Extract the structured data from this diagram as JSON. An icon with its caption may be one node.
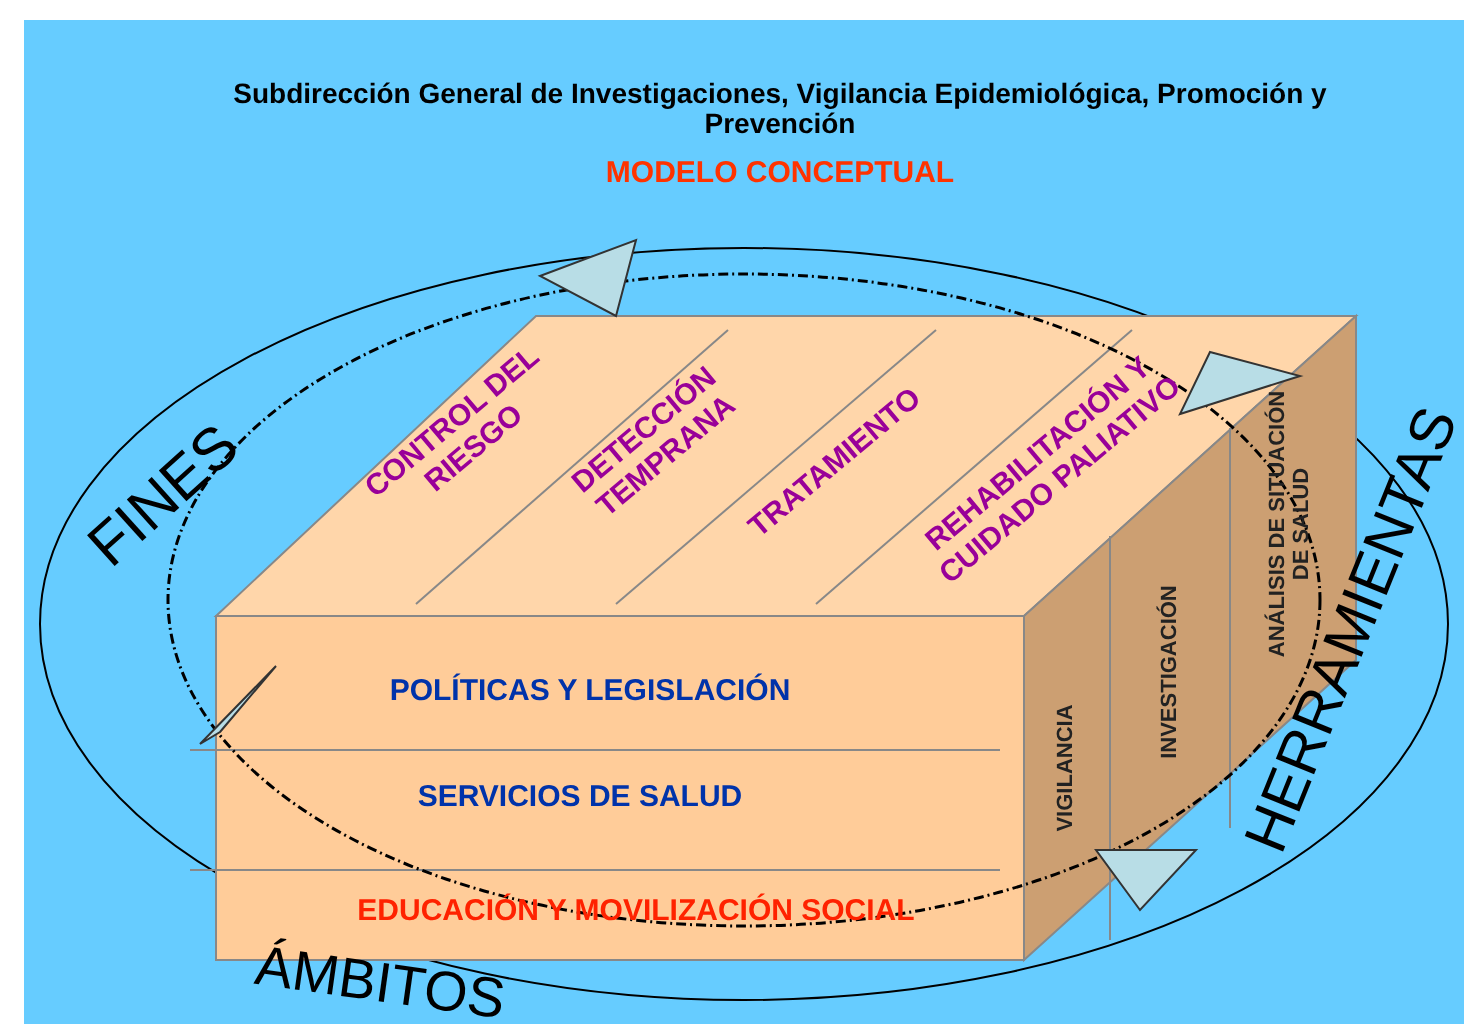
{
  "diagram": {
    "title": "Subdirección General de Investigaciones, Vigilancia Epidemiológica, Promoción y Prevención",
    "labels": [
      "MODELO CONCEPTUAL",
      "FINES",
      "CONTROL DEL RIESGO",
      "DETECCIÓN TEMPRANA",
      "TRATAMIENTO",
      "REHABILITACIÓN Y CUIDADO PALIATIVO",
      "HERRAMIENTAS",
      "ANÁLISIS DE SITUACIÓN DE SALUD",
      "INVESTIGACIÓN",
      "VIGILANCIA",
      "POLÍTICAS Y LEGISLACIÓN",
      "SERVICIOS DE SALUD",
      "ÁMBITOS",
      "EDUCACIÓN Y MOVILIZACIÓN SOCIAL"
    ]
  }
}
